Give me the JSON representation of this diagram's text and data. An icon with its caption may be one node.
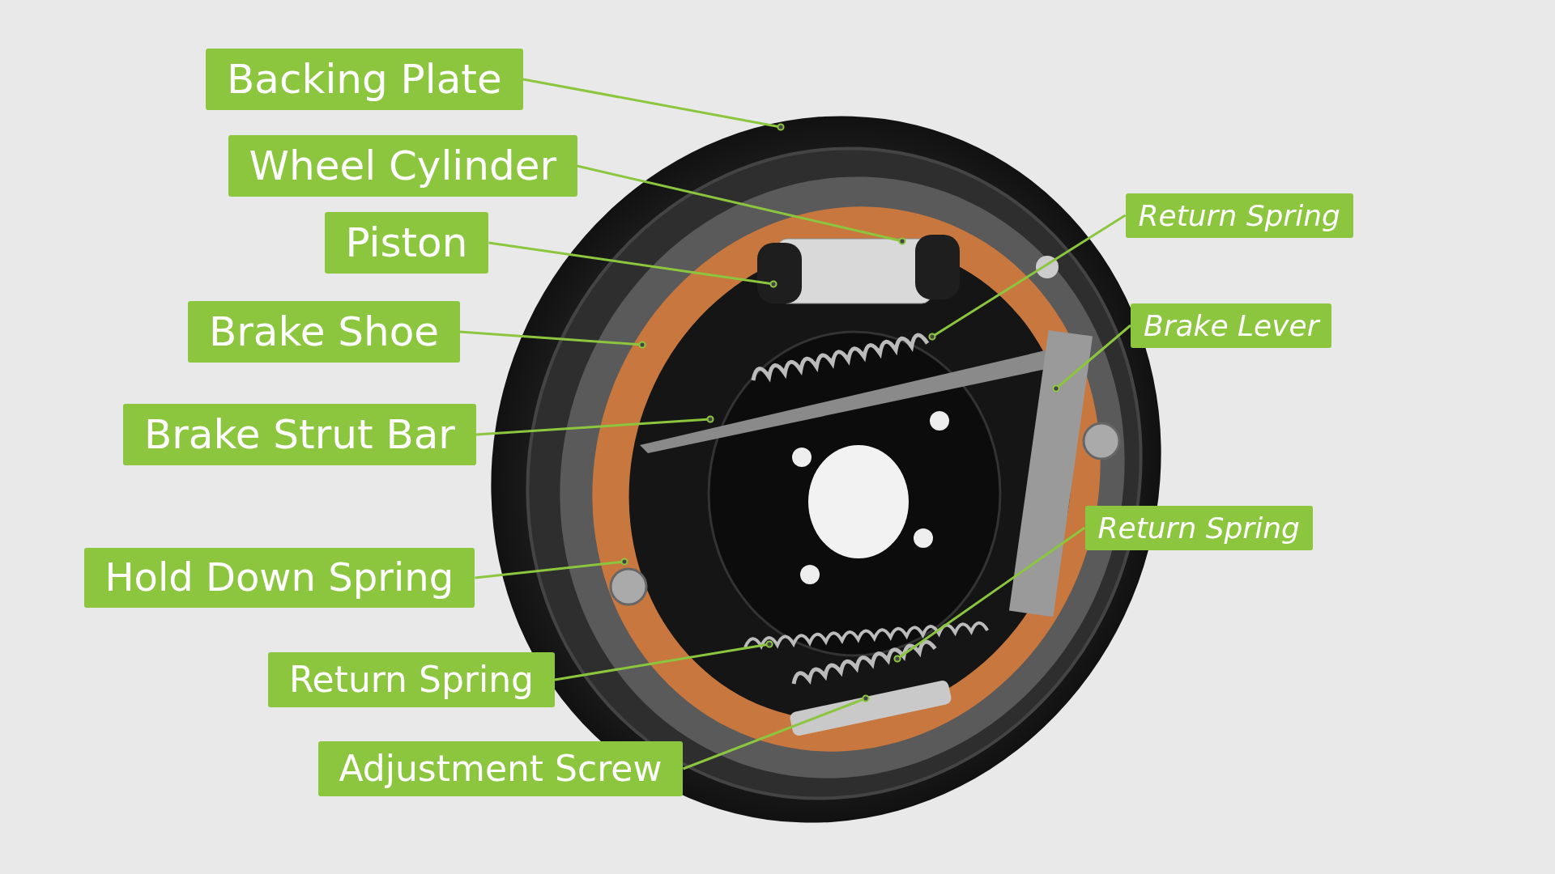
{
  "diagram": {
    "nodes": [
      {
        "text": [
          "Backing Plate"
        ]
      },
      {
        "text": [
          "Wheel Cylinder"
        ]
      },
      {
        "text": [
          "Piston"
        ]
      },
      {
        "text": [
          "Brake Shoe"
        ]
      },
      {
        "text": [
          "Brake Strut Bar"
        ]
      },
      {
        "text": [
          "Hold Down Spring"
        ]
      },
      {
        "text": [
          "Return Spring"
        ]
      },
      {
        "text": [
          "Adjustment Screw"
        ]
      },
      {
        "text": [
          "Return Spring"
        ]
      },
      {
        "text": [
          "Brake Lever"
        ]
      },
      {
        "text": [
          "Return Spring"
        ]
      }
    ],
    "edges": [
      {
        "from": 0,
        "to": null,
        "arrow": "other"
      },
      {
        "from": 1,
        "to": null,
        "arrow": "other"
      },
      {
        "from": 2,
        "to": null,
        "arrow": "other"
      },
      {
        "from": 3,
        "to": null,
        "arrow": "other"
      },
      {
        "from": 4,
        "to": null,
        "arrow": "other"
      },
      {
        "from": 5,
        "to": null,
        "arrow": "other"
      },
      {
        "from": 6,
        "to": null,
        "arrow": "other"
      },
      {
        "from": 7,
        "to": null,
        "arrow": "other"
      },
      {
        "from": 8,
        "to": null,
        "arrow": "other"
      },
      {
        "from": 9,
        "to": null,
        "arrow": "other"
      },
      {
        "from": 10,
        "to": null,
        "arrow": "other"
      }
    ]
  }
}
